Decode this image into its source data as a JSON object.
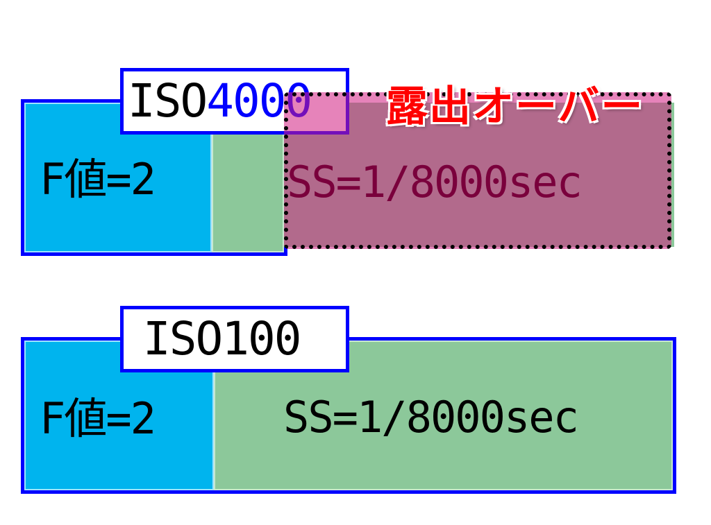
{
  "top": {
    "iso_word": "ISO ",
    "iso_value": "4000",
    "f_label": "F値=2",
    "ss_label": "SS=1/8000sec",
    "overexposure_label": "露出オーバー"
  },
  "bottom": {
    "iso_word": "ISO ",
    "iso_value": "100",
    "f_label": "F値=2",
    "ss_label": "SS=1/8000sec"
  },
  "colors": {
    "frame": "#0000ff",
    "aperture": "#00b4ee",
    "shutter": "#8cc89a",
    "overexposure_fill": "#d21e82",
    "overexposure_text": "#ff0000",
    "iso_highlight": "#0000ff"
  }
}
